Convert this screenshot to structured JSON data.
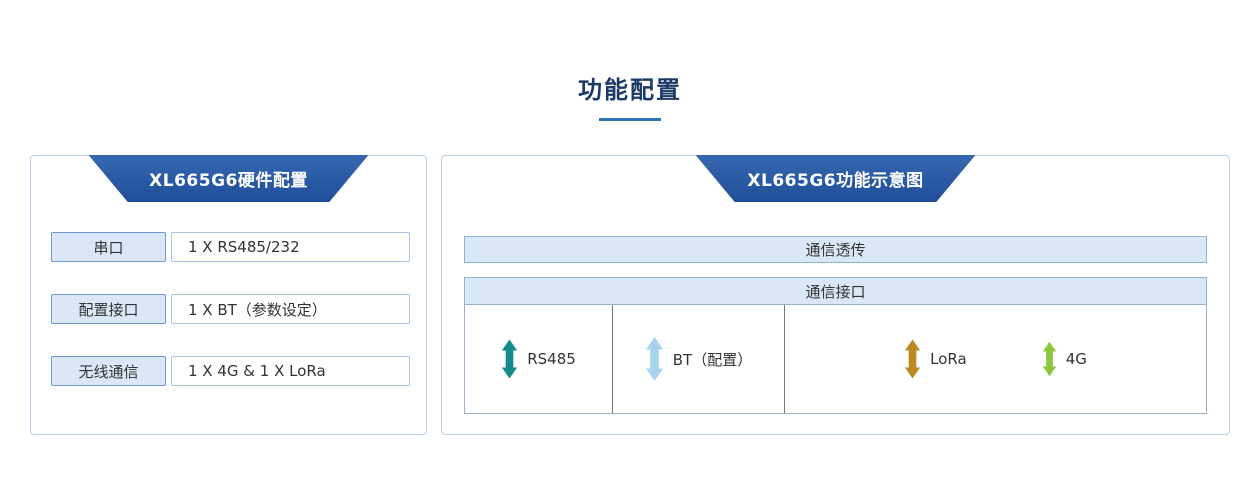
{
  "page": {
    "title": "功能配置"
  },
  "left_panel": {
    "banner": "XL665G6硬件配置",
    "rows": [
      {
        "label": "串口",
        "value": "1 X RS485/232"
      },
      {
        "label": "配置接口",
        "value": "1 X BT（参数设定）"
      },
      {
        "label": "无线通信",
        "value": "1 X 4G & 1 X LoRa"
      }
    ]
  },
  "right_panel": {
    "banner": "XL665G6功能示意图",
    "passthrough_bar": "通信透传",
    "interface_header": "通信接口",
    "interface_cells": [
      {
        "label": "RS485",
        "arrow_color": "#15898c"
      },
      {
        "label": "BT（配置）",
        "arrow_color": "#a6d3ee"
      },
      {
        "label": "LoRa",
        "arrow_color": "#bb8b21"
      },
      {
        "label": "4G",
        "arrow_color": "#8dc63f"
      }
    ]
  },
  "colors": {
    "banner_blue": "#204f9a",
    "title_navy": "#1c3a66",
    "underline_blue": "#2e75b6",
    "light_blue_fill": "#d9e7f6",
    "border_blue": "#8fb2d9"
  }
}
